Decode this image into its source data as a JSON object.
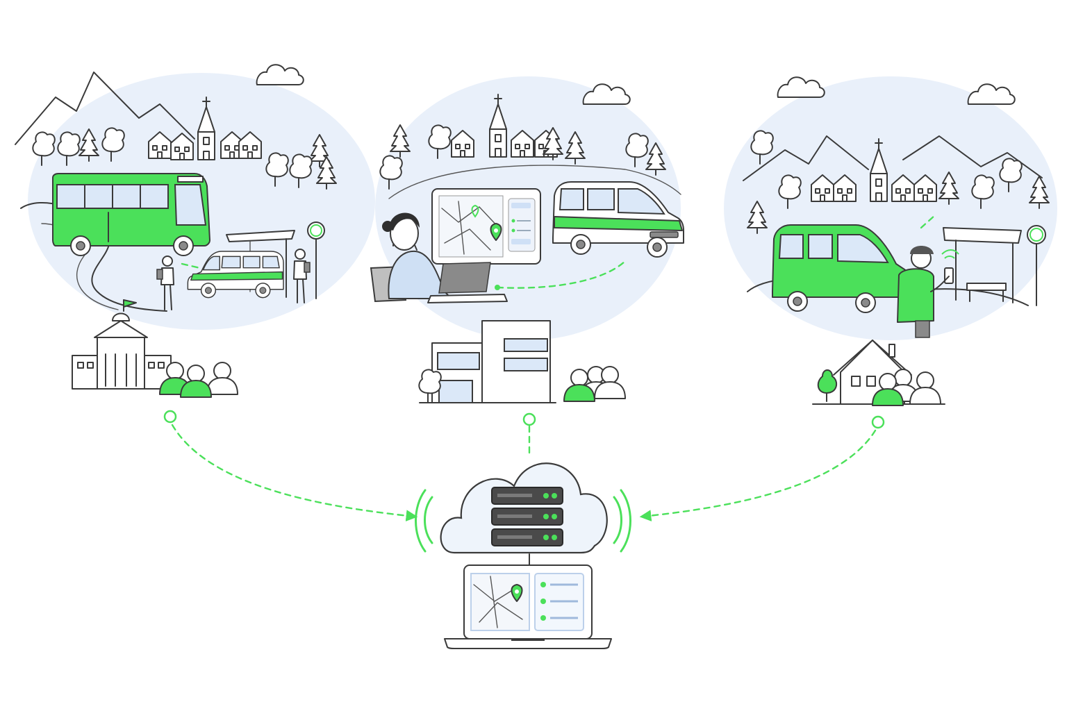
{
  "colors": {
    "accent": "#4be05a",
    "accent_dark": "#2fbf3f",
    "line": "#3a3a3a",
    "sky": "#e9f0fa",
    "screen": "#dbe8f8",
    "white": "#ffffff"
  },
  "icons": {
    "bus": "bus-icon",
    "minivan": "minivan-icon",
    "bus_stop": "bus-stop-sign-icon",
    "town_hall": "town-hall-icon",
    "office": "office-building-icon",
    "house": "house-icon",
    "people": "people-group-icon",
    "cloud": "cloud-icon",
    "server": "server-icon",
    "laptop": "laptop-icon",
    "map_pin": "map-pin-icon"
  },
  "scenes": [
    {
      "id": "scene-municipality",
      "theme": "rural-bus-and-van-service",
      "organization": "town-hall",
      "connector": "dashed-green"
    },
    {
      "id": "scene-operator",
      "theme": "dispatcher-with-map-and-van",
      "organization": "office",
      "connector": "dashed-green"
    },
    {
      "id": "scene-community",
      "theme": "driver-with-phone-and-van",
      "organization": "house",
      "connector": "dashed-green"
    }
  ],
  "hub": {
    "cloud": "cloud-icon",
    "server_units": 3,
    "terminal": "laptop-icon"
  }
}
